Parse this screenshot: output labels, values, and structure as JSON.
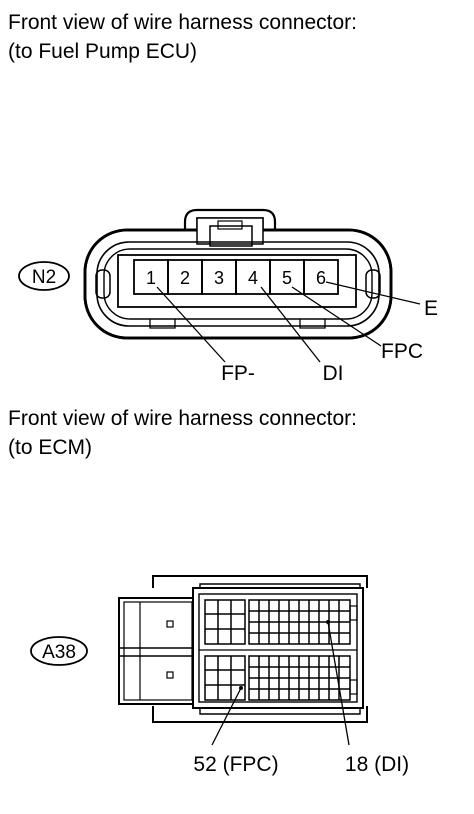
{
  "connector_n2": {
    "caption_line1": "Front view of wire harness connector:",
    "caption_line2": "(to Fuel Pump ECU)",
    "id": "N2",
    "pins": [
      "1",
      "2",
      "3",
      "4",
      "5",
      "6"
    ],
    "labels": {
      "fp_minus": "FP-",
      "di": "DI",
      "fpc": "FPC",
      "e": "E"
    }
  },
  "connector_a38": {
    "caption_line1": "Front view of wire harness connector:",
    "caption_line2": "(to ECM)",
    "id": "A38",
    "labels": {
      "pin52": "52 (FPC)",
      "pin18": "18 (DI)"
    }
  }
}
